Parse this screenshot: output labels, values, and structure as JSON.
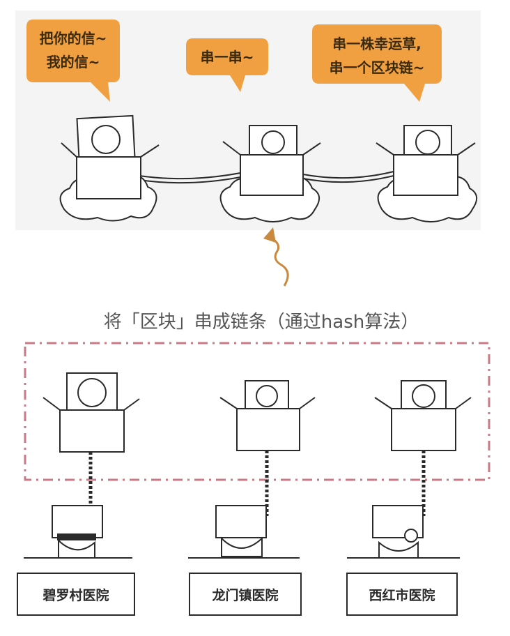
{
  "top_scene": {
    "bubbles": [
      {
        "line1": "把你的信~",
        "line2": "我的信~"
      },
      {
        "line1": "串一串~",
        "line2": ""
      },
      {
        "line1": "串一株幸运草,",
        "line2": "串一个区块链~"
      }
    ]
  },
  "caption": "将「区块」串成链条（通过hash算法）",
  "bottom_scene": {
    "hospitals": [
      {
        "name": "碧罗村医院"
      },
      {
        "name": "龙门镇医院"
      },
      {
        "name": "西红市医院"
      }
    ]
  },
  "colors": {
    "bubble": "#f0a040",
    "bubble_text": "#3a2a10",
    "dashed_border": "#c97a86",
    "arrow": "#c9893e",
    "ink": "#2a2a2a",
    "caption_text": "#555555"
  }
}
